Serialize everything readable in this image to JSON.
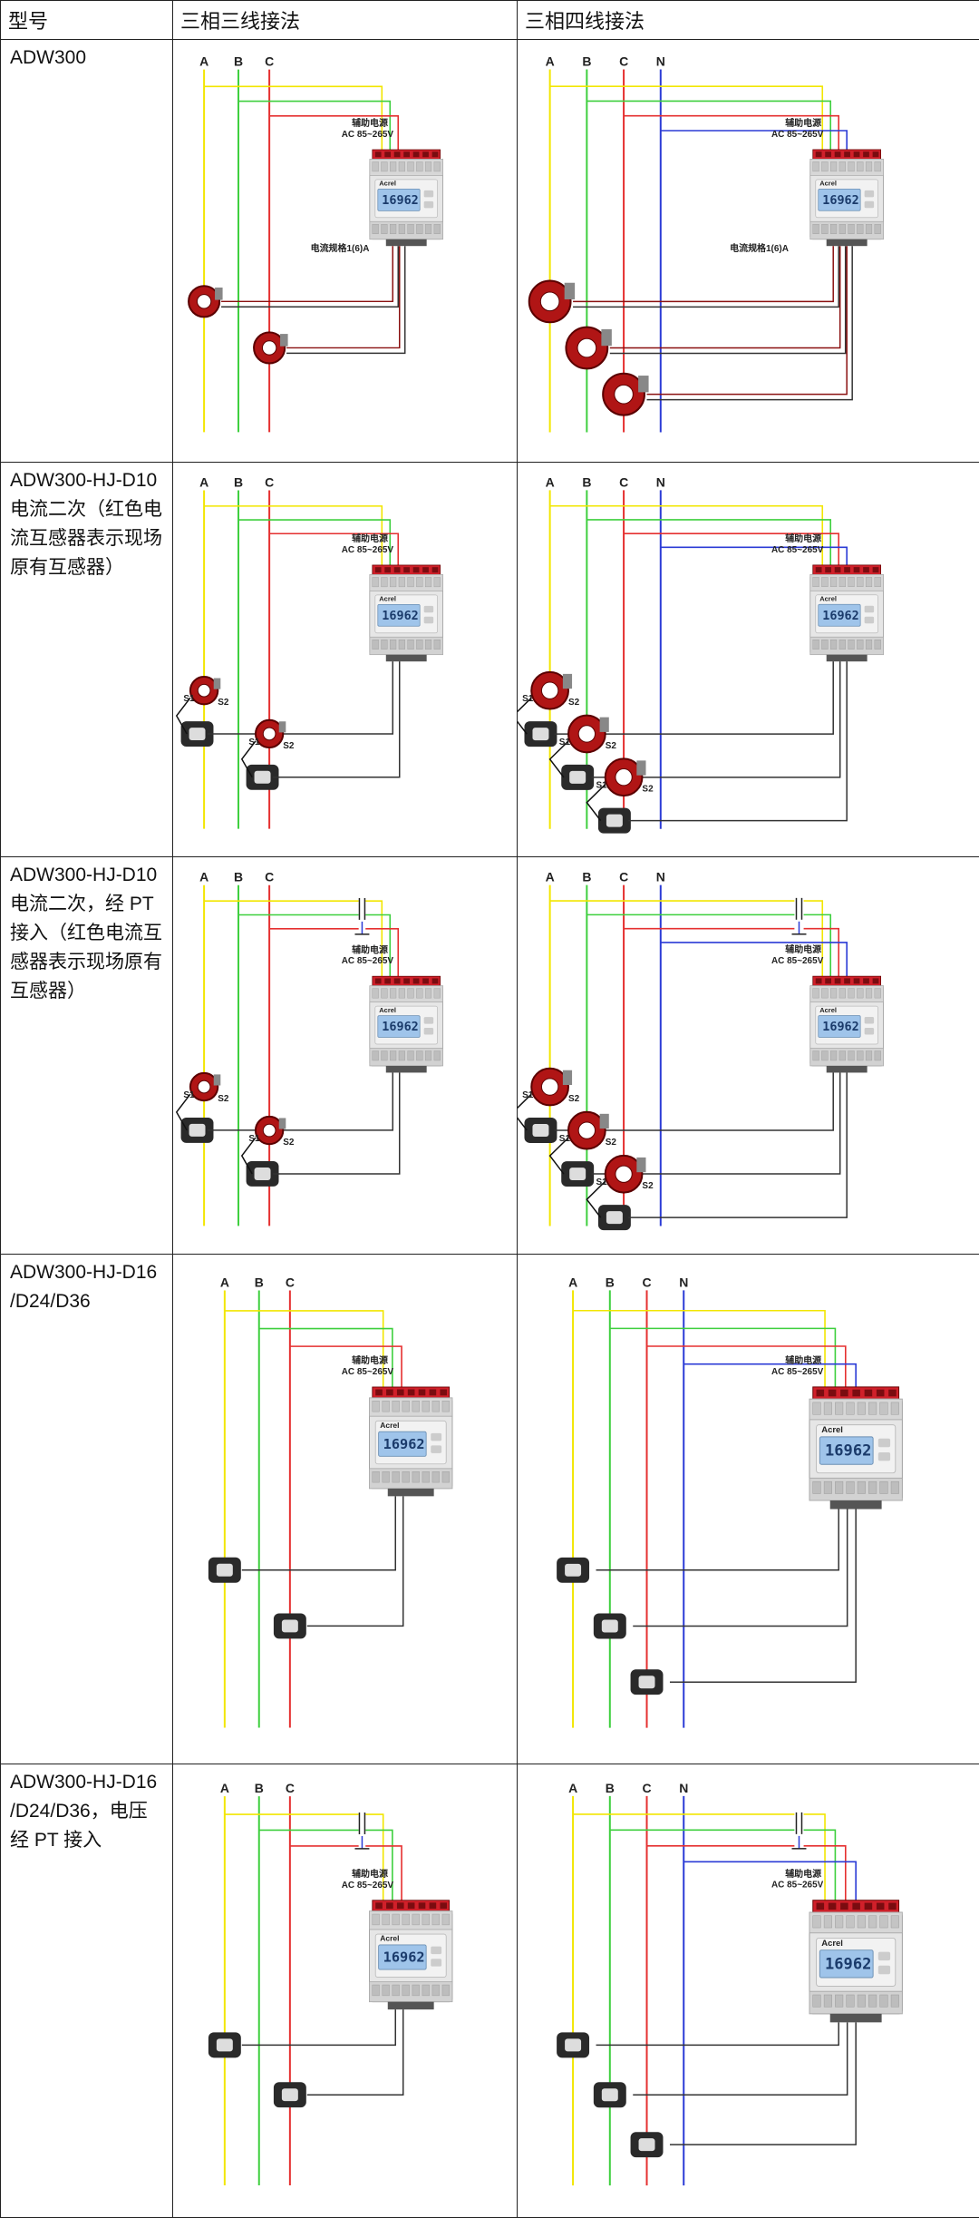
{
  "header": {
    "col_model": "型号",
    "col_three_wire": "三相三线接法",
    "col_four_wire": "三相四线接法"
  },
  "rows": [
    {
      "model": "ADW300"
    },
    {
      "model": "ADW300-HJ-D10 电流二次（红色电流互感器表示现场原有互感器）"
    },
    {
      "model": "ADW300-HJ-D10 电流二次，经 PT 接入（红色电流互感器表示现场原有互感器）"
    },
    {
      "model": "ADW300-HJ-D16 /D24/D36"
    },
    {
      "model": "ADW300-HJ-D16 /D24/D36，电压经 PT 接入"
    }
  ],
  "diagram_labels": {
    "phase_a": "A",
    "phase_b": "B",
    "phase_c": "C",
    "phase_n": "N",
    "aux_power": "辅助电源",
    "aux_voltage": "AC 85~265V",
    "current_spec": "电流规格1(6)A",
    "s1": "S1",
    "s2": "S2",
    "meter_reading": "16962",
    "brand": "Acrel"
  },
  "colors": {
    "phase_a": "#f2e600",
    "phase_b": "#3ecf3e",
    "phase_c": "#e53030",
    "phase_n": "#2b3bd6",
    "ct_red": "#b01515",
    "lcd": "#9fc4ea",
    "terminal_red": "#d0202a"
  }
}
